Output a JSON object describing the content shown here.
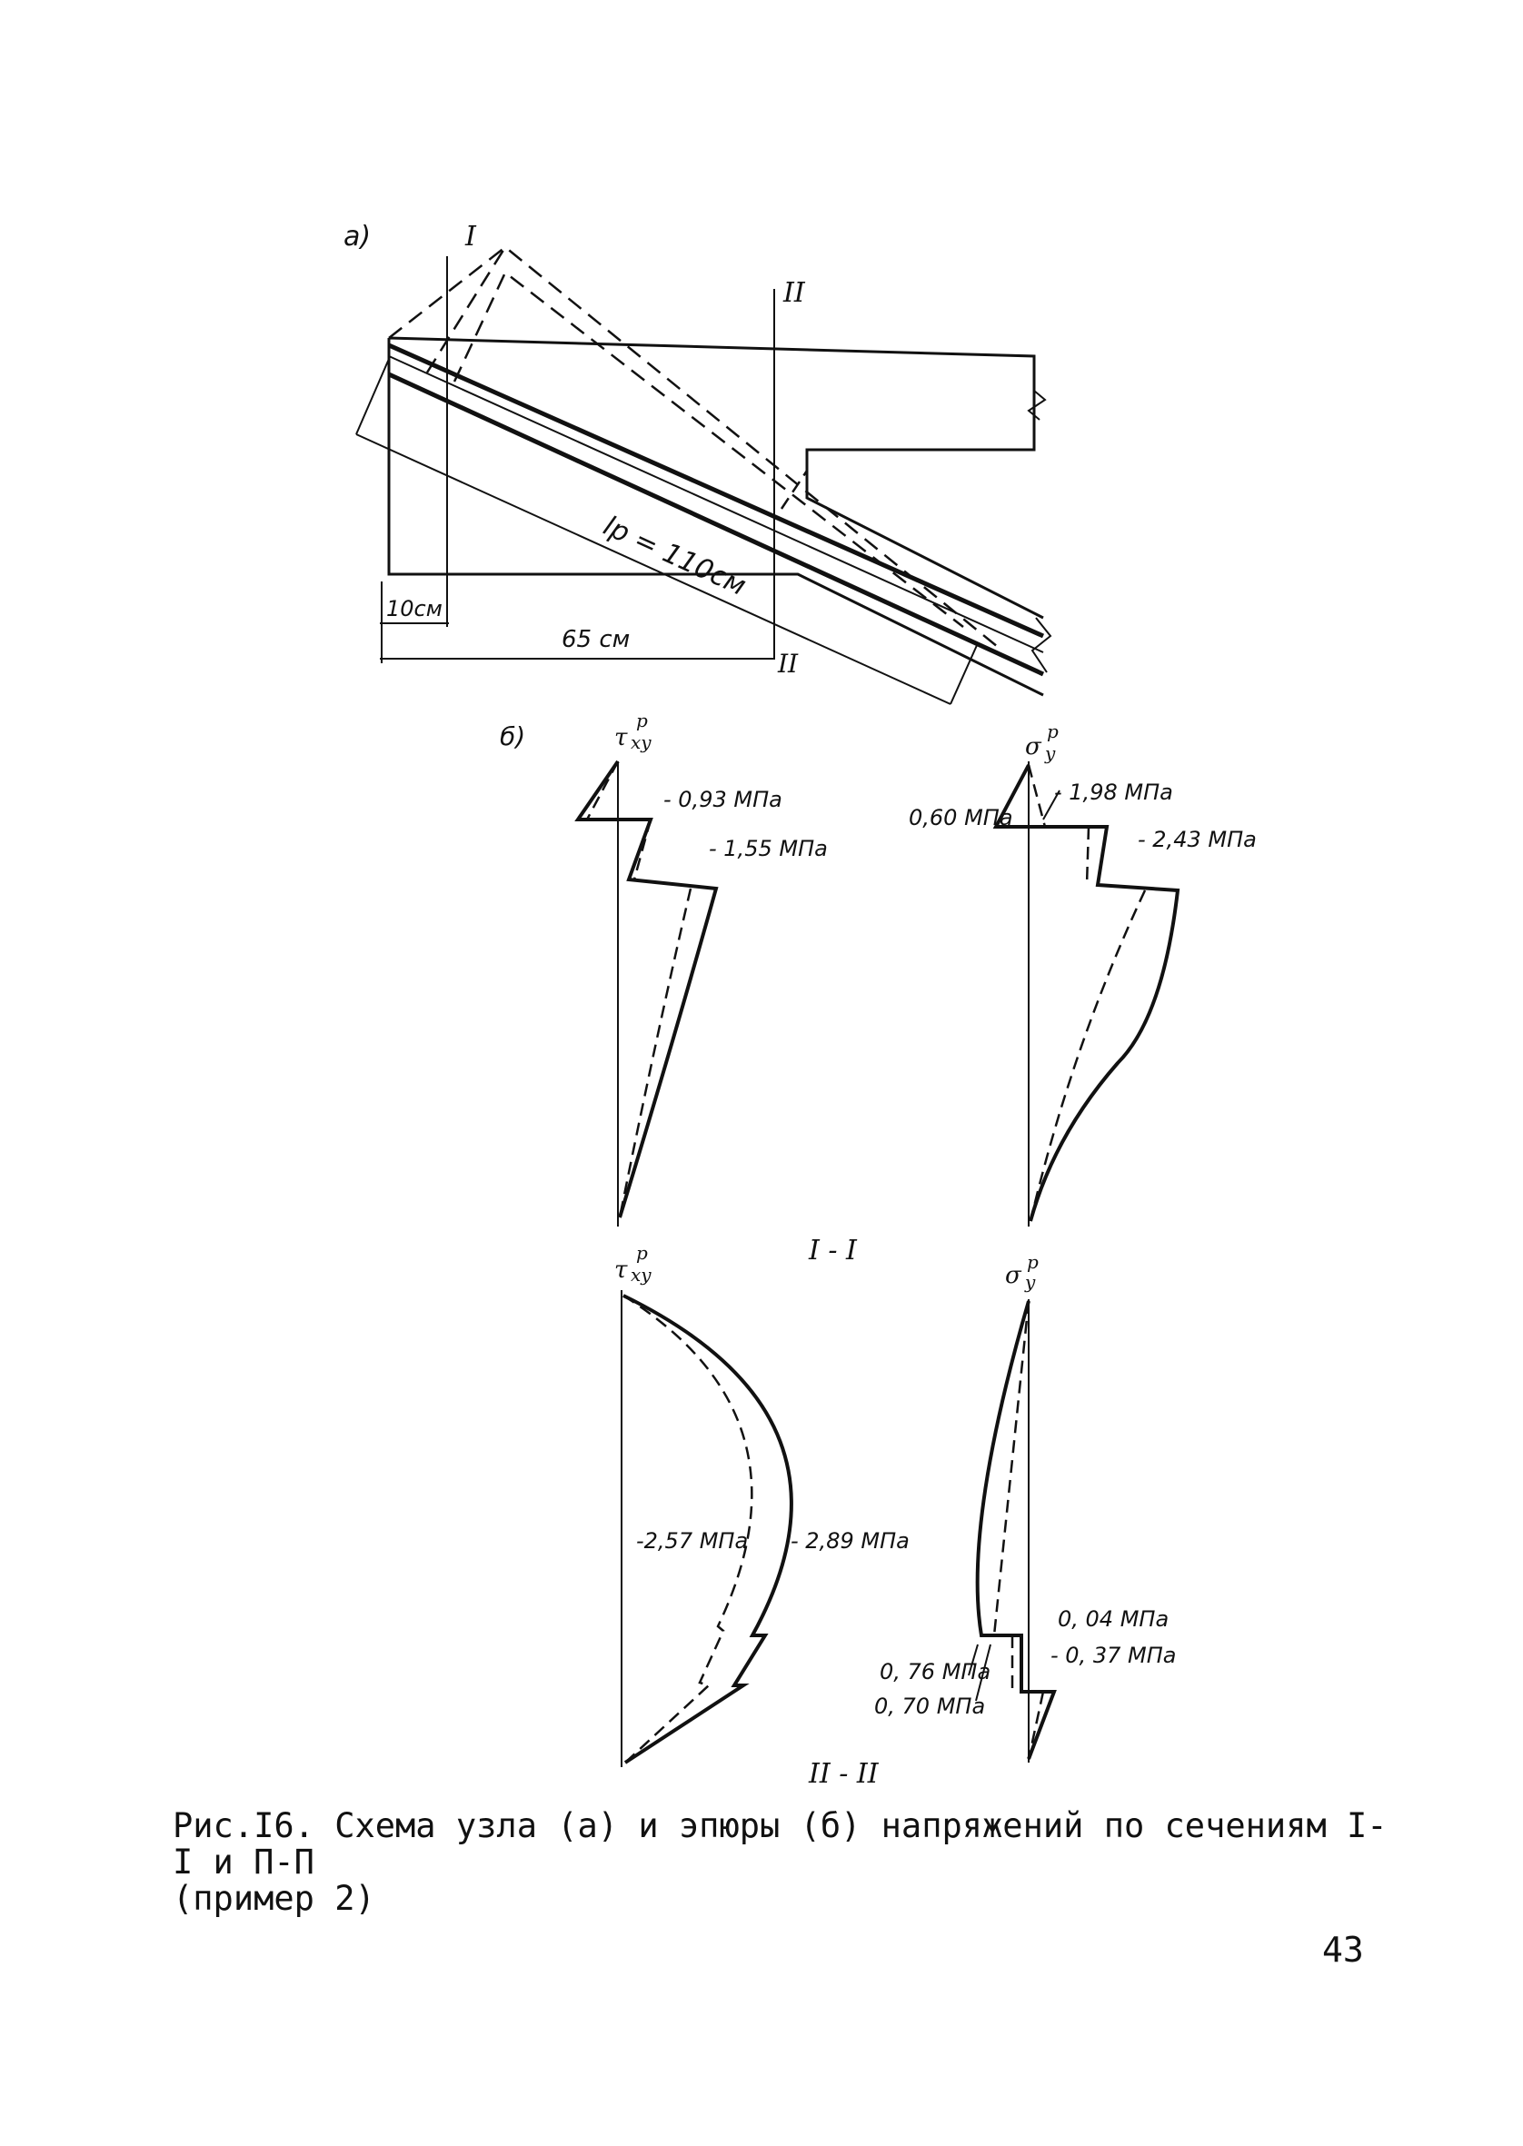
{
  "panel_a": {
    "label": "а)",
    "section_i_top": "I",
    "section_ii_top": "II",
    "section_ii_bottom": "II",
    "lp_label": "lр = 110см",
    "dim_10": "10см",
    "dim_65": "65 см"
  },
  "panel_b": {
    "label": "б)",
    "section_i": {
      "title": "I - I",
      "tau_label": "τ",
      "tau_sup": "р",
      "tau_sub": "xy",
      "sigma_label": "σ",
      "sigma_sup": "р",
      "sigma_sub": "y",
      "tau_values": [
        "- 0,93 МПа",
        "- 1,55 МПа"
      ],
      "sigma_values": [
        "0,60 МПа",
        "- 1,98 МПа",
        "- 2,43 МПа"
      ]
    },
    "section_ii": {
      "title": "II - II",
      "tau_label": "τ",
      "tau_sup": "р",
      "tau_sub": "xy",
      "sigma_label": "σ",
      "sigma_sup": "р",
      "sigma_sub": "y",
      "tau_values": [
        "-2,57 МПа",
        "- 2,89 МПа"
      ],
      "sigma_values": [
        "0, 04 МПа",
        "- 0, 37 МПа",
        "0, 76 МПа",
        "0, 70 МПа"
      ]
    }
  },
  "caption": {
    "line1": "Рис.I6. Схема узла (а) и эпюры (б) напряжений по сечениям I-I и П-П",
    "line2": "(пример 2)"
  },
  "page_number": "43"
}
